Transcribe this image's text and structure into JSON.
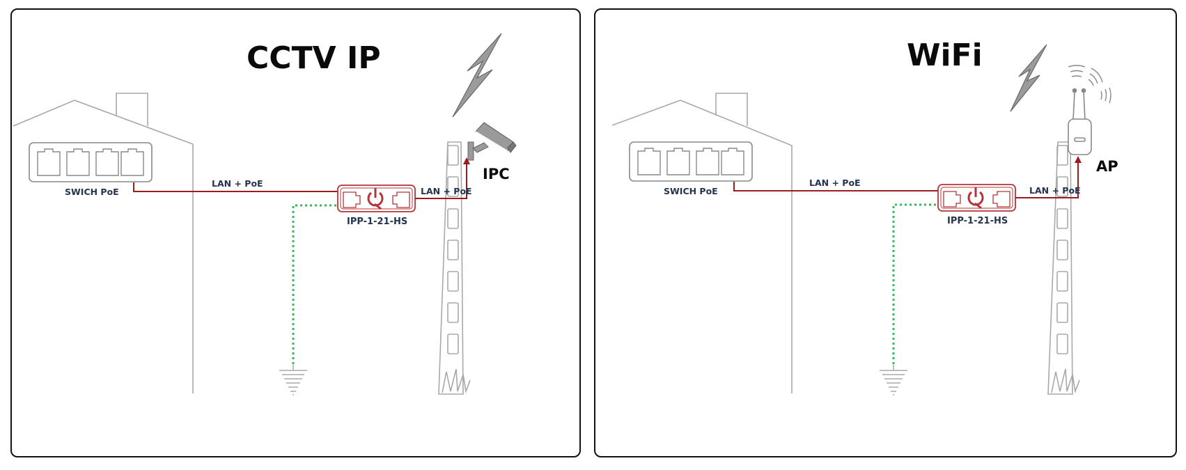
{
  "panels": [
    {
      "title": "CCTV IP",
      "switch_label": "SWICH PoE",
      "link1_label": "LAN + PoE",
      "link2_label": "LAN + PoE",
      "protector_label": "IPP-1-21-HS",
      "end_device_label": "IPC",
      "end_device_icon": "camera-icon"
    },
    {
      "title": "WiFi",
      "switch_label": "SWICH PoE",
      "link1_label": "LAN + PoE",
      "link2_label": "LAN + PoE",
      "protector_label": "IPP-1-21-HS",
      "end_device_label": "AP",
      "end_device_icon": "access-point-icon"
    }
  ],
  "colors": {
    "cable": "#9b1b1e",
    "ground_wire": "#2ebd59",
    "outline": "#a8a8a8",
    "label": "#24344f",
    "protector": "#b5343a"
  }
}
